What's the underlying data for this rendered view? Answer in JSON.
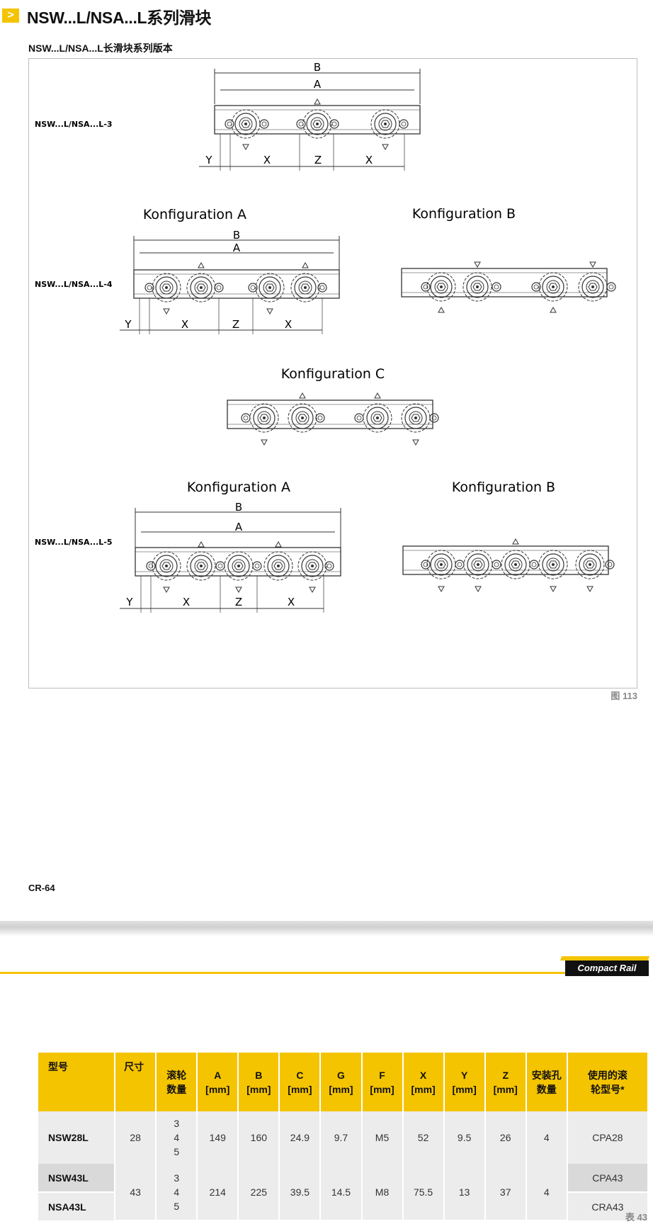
{
  "header": {
    "marker": ">",
    "title": "NSW...L/NSA...L系列滑块"
  },
  "subtitle": "NSW...L/NSA...L长滑块系列版本",
  "figure": {
    "row_labels": [
      "NSW...L/NSA...L-3",
      "NSW...L/NSA...L-4",
      "NSW...L/NSA...L-5"
    ],
    "config_labels": {
      "a": "Konfiguration A",
      "b": "Konfiguration B",
      "c": "Konfiguration C"
    },
    "dims": {
      "a": "A",
      "b": "B",
      "x": "X",
      "y": "Y",
      "z": "Z"
    },
    "caption": "图 113"
  },
  "page_left": "CR-64",
  "brand": "Compact Rail",
  "table": {
    "headers": [
      {
        "l1": "型号",
        "l2": ""
      },
      {
        "l1": "尺寸",
        "l2": ""
      },
      {
        "l1": "滚轮",
        "l2": "数量"
      },
      {
        "l1": "A",
        "l2": "[mm]"
      },
      {
        "l1": "B",
        "l2": "[mm]"
      },
      {
        "l1": "C",
        "l2": "[mm]"
      },
      {
        "l1": "G",
        "l2": "[mm]"
      },
      {
        "l1": "F",
        "l2": "[mm]"
      },
      {
        "l1": "X",
        "l2": "[mm]"
      },
      {
        "l1": "Y",
        "l2": "[mm]"
      },
      {
        "l1": "Z",
        "l2": "[mm]"
      },
      {
        "l1": "安装孔",
        "l2": "数量"
      },
      {
        "l1": "使用的滚",
        "l2": "轮型号*"
      }
    ],
    "rows": [
      {
        "models": [
          "NSW28L"
        ],
        "size": "28",
        "rollers": [
          "3",
          "4",
          "5"
        ],
        "A": "149",
        "B": "160",
        "C": "24.9",
        "G": "9.7",
        "F": "M5",
        "X": "52",
        "Y": "9.5",
        "Z": "26",
        "holes": "4",
        "roller_types": [
          "CPA28"
        ]
      },
      {
        "models": [
          "NSW43L",
          "NSA43L"
        ],
        "size": "43",
        "rollers": [
          "3",
          "4",
          "5"
        ],
        "A": "214",
        "B": "225",
        "C": "39.5",
        "G": "14.5",
        "F": "M8",
        "X": "75.5",
        "Y": "13",
        "Z": "37",
        "holes": "4",
        "roller_types": [
          "CPA43",
          "CRA43"
        ]
      }
    ]
  },
  "page_right": "表 43"
}
